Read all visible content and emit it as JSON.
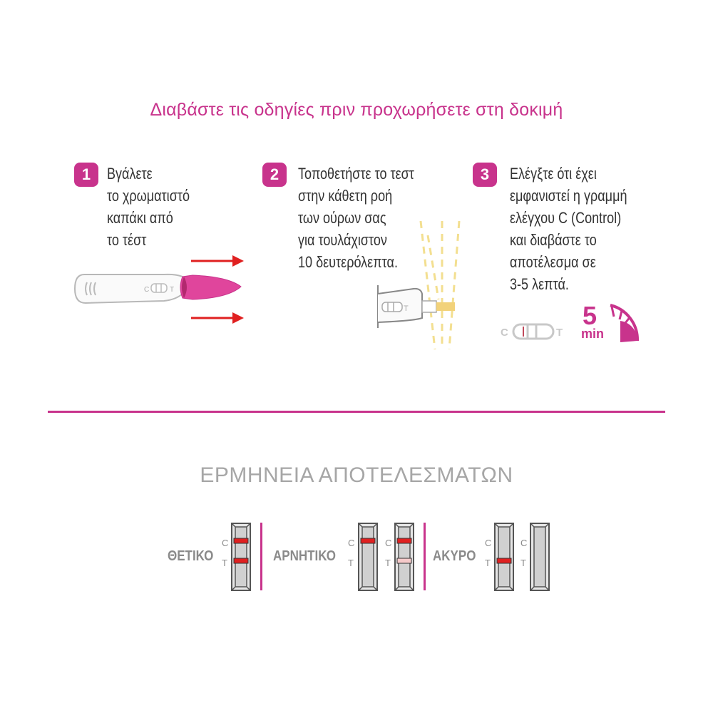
{
  "title": "Διαβάστε τις οδηγίες πριν προχωρήσετε στη δοκιμή",
  "steps": [
    {
      "number": "1",
      "text": "Βγάλετε\nτο χρωματιστό\nκαπάκι από\nτο τέστ"
    },
    {
      "number": "2",
      "text": "Τοποθετήστε το τεστ\nστην κάθετη ροή\nτων ούρων σας\nγια τουλάχιστον\n10 δευτερόλεπτα."
    },
    {
      "number": "3",
      "text": "Ελέγξτε ότι έχει\nεμφανιστεί η γραμμή\nελέγχου C (Control)\nκαι διαβάστε το\nαποτέλεσμα σε\n3-5 λεπτά."
    }
  ],
  "device_labels": {
    "c": "C",
    "t": "T"
  },
  "timer": {
    "number": "5",
    "unit": "min"
  },
  "results": {
    "title": "ΕΡΜΗΝΕΙΑ ΑΠΟΤΕΛΕΣΜΑΤΩΝ",
    "positive": "ΘΕΤΙΚΟ",
    "negative": "ΑΡΝΗΤΙΚΟ",
    "invalid": "ΑΚΥΡΟ"
  },
  "colors": {
    "accent": "#c8338c",
    "line_red": "#e02020",
    "arrow": "#e02020"
  }
}
